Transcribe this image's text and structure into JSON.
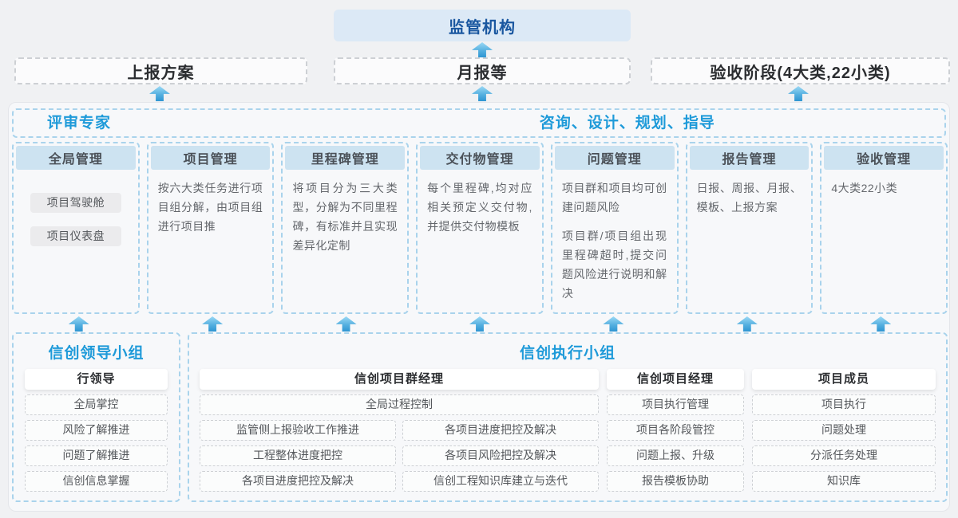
{
  "colors": {
    "accent_blue": "#1e9ad9",
    "regulator_bg": "#dce9f6",
    "regulator_text": "#1a57a0",
    "column_header_bg": "#cde3f1",
    "dashed_blue_border": "#a9d3ec",
    "arrow_gradient_top": "#9bd9f5",
    "arrow_gradient_bottom": "#2e95d2",
    "page_bg": "#f0f1f3"
  },
  "top": {
    "regulator": "监管机构",
    "report_plan": "上报方案",
    "monthly_report": "月报等",
    "acceptance_stage": "验收阶段(4大类,22小类)"
  },
  "main": {
    "left_header": "评审专家",
    "right_header": "咨询、设计、规划、指导",
    "columns": [
      {
        "title": "全局管理",
        "chips": [
          "项目驾驶舱",
          "项目仪表盘"
        ]
      },
      {
        "title": "项目管理",
        "paragraphs": [
          "按六大类任务进行项目组分解，由项目组进行项目推"
        ]
      },
      {
        "title": "里程碑管理",
        "paragraphs": [
          "将项目分为三大类型，分解为不同里程碑，有标准并且实现差异化定制"
        ]
      },
      {
        "title": "交付物管理",
        "paragraphs": [
          "每个里程碑,均对应相关预定义交付物,并提供交付物模板"
        ]
      },
      {
        "title": "问题管理",
        "paragraphs": [
          "项目群和项目均可创建问题风险",
          "项目群/项目组出现里程碑超时,提交问题风险进行说明和解决"
        ]
      },
      {
        "title": "报告管理",
        "paragraphs": [
          "日报、周报、月报、模板、上报方案"
        ]
      },
      {
        "title": "验收管理",
        "paragraphs": [
          "4大类22小类"
        ]
      }
    ]
  },
  "bottom": {
    "leader_group": {
      "title": "信创领导小组",
      "role": "行领导",
      "items": [
        "全局掌控",
        "风险了解推进",
        "问题了解推进",
        "信创信息掌握"
      ]
    },
    "exec_group": {
      "title": "信创执行小组",
      "pgm": {
        "role": "信创项目群经理",
        "rows": [
          [
            "全局过程控制"
          ],
          [
            "监管侧上报验收工作推进",
            "各项目进度把控及解决"
          ],
          [
            "工程整体进度把控",
            "各项目风险把控及解决"
          ],
          [
            "各项目进度把控及解决",
            "信创工程知识库建立与迭代"
          ]
        ]
      },
      "pm": {
        "role": "信创项目经理",
        "items": [
          "项目执行管理",
          "项目各阶段管控",
          "问题上报、升级",
          "报告模板协助"
        ]
      },
      "member": {
        "role": "项目成员",
        "items": [
          "项目执行",
          "问题处理",
          "分派任务处理",
          "知识库"
        ]
      }
    }
  }
}
